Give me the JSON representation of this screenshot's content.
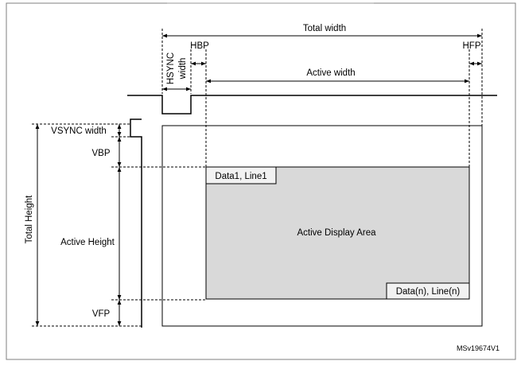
{
  "diagram": {
    "labels": {
      "total_width": "Total width",
      "hbp": "HBP",
      "hfp": "HFP",
      "hsync_line1": "HSYNC",
      "hsync_line2": "width",
      "active_width": "Active width",
      "vsync_width": "VSYNC width",
      "vbp": "VBP",
      "total_height": "Total Height",
      "active_height": "Active Height",
      "vfp": "VFP",
      "data1_line1": "Data1, Line1",
      "active_area": "Active Display Area",
      "datan_linen": "Data(n), Line(n)",
      "figure_id": "MSv19674V1"
    },
    "colors": {
      "active_area_fill": "#d9d9d9",
      "line": "#000000",
      "frame": "#7f7f7f"
    }
  }
}
